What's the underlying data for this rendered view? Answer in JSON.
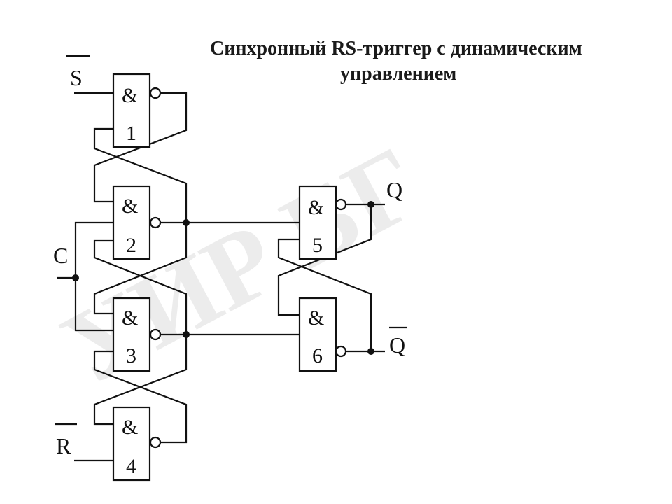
{
  "title": {
    "line1": "Синхронный RS-триггер с динамическим",
    "line2": "управлением"
  },
  "watermark": {
    "text": "УИР БГ"
  },
  "gates": [
    {
      "id": 1,
      "symbol": "&",
      "number": "1"
    },
    {
      "id": 2,
      "symbol": "&",
      "number": "2"
    },
    {
      "id": 3,
      "symbol": "&",
      "number": "3"
    },
    {
      "id": 4,
      "symbol": "&",
      "number": "4"
    },
    {
      "id": 5,
      "symbol": "&",
      "number": "5"
    },
    {
      "id": 6,
      "symbol": "&",
      "number": "6"
    }
  ],
  "inputs": {
    "s": "S",
    "c": "C",
    "r": "R"
  },
  "outputs": {
    "q": "Q",
    "q_bar": "Q"
  },
  "colors": {
    "line": "#111111",
    "background": "#ffffff"
  }
}
